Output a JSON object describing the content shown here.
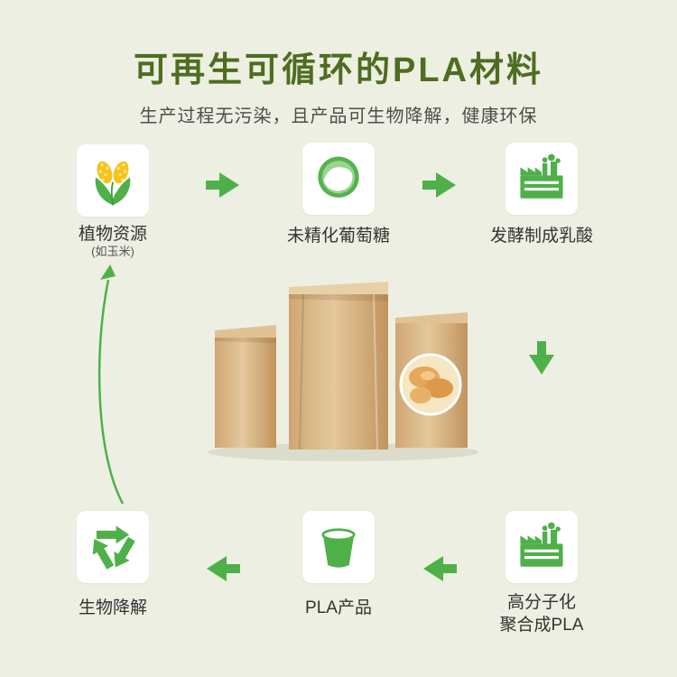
{
  "theme": {
    "background": "#edefe2",
    "green": "#4fb049",
    "title_color": "#4e6d20",
    "subtitle_color": "#4d4d4d",
    "label_color": "#333333",
    "box_background": "#ffffff",
    "corn_yellow": "#f5c41c",
    "kraft_color": "#d3ab79"
  },
  "header": {
    "title": "可再生可循环的PLA材料",
    "subtitle": "生产过程无污染，且产品可生物降解，健康环保"
  },
  "steps": {
    "plant": {
      "label": "植物资源",
      "sublabel": "(如玉米)",
      "icon": "corn-icon"
    },
    "glucose": {
      "label": "未精化葡萄糖",
      "icon": "glucose-powder-icon"
    },
    "lactic": {
      "label": "发酵制成乳酸",
      "icon": "factory-icon"
    },
    "polymer": {
      "label_line1": "高分子化",
      "label_line2": "聚合成PLA",
      "icon": "factory-icon"
    },
    "product": {
      "label": "PLA产品",
      "icon": "cup-icon"
    },
    "biodegrade": {
      "label": "生物降解",
      "icon": "recycle-icon"
    }
  },
  "flow": {
    "forward_arrow_icon": "flow-arrow-icon",
    "return_arrow_icon": "return-curve-arrow-icon"
  },
  "center_image": {
    "subject": "kraft-paper-bags-photo"
  }
}
